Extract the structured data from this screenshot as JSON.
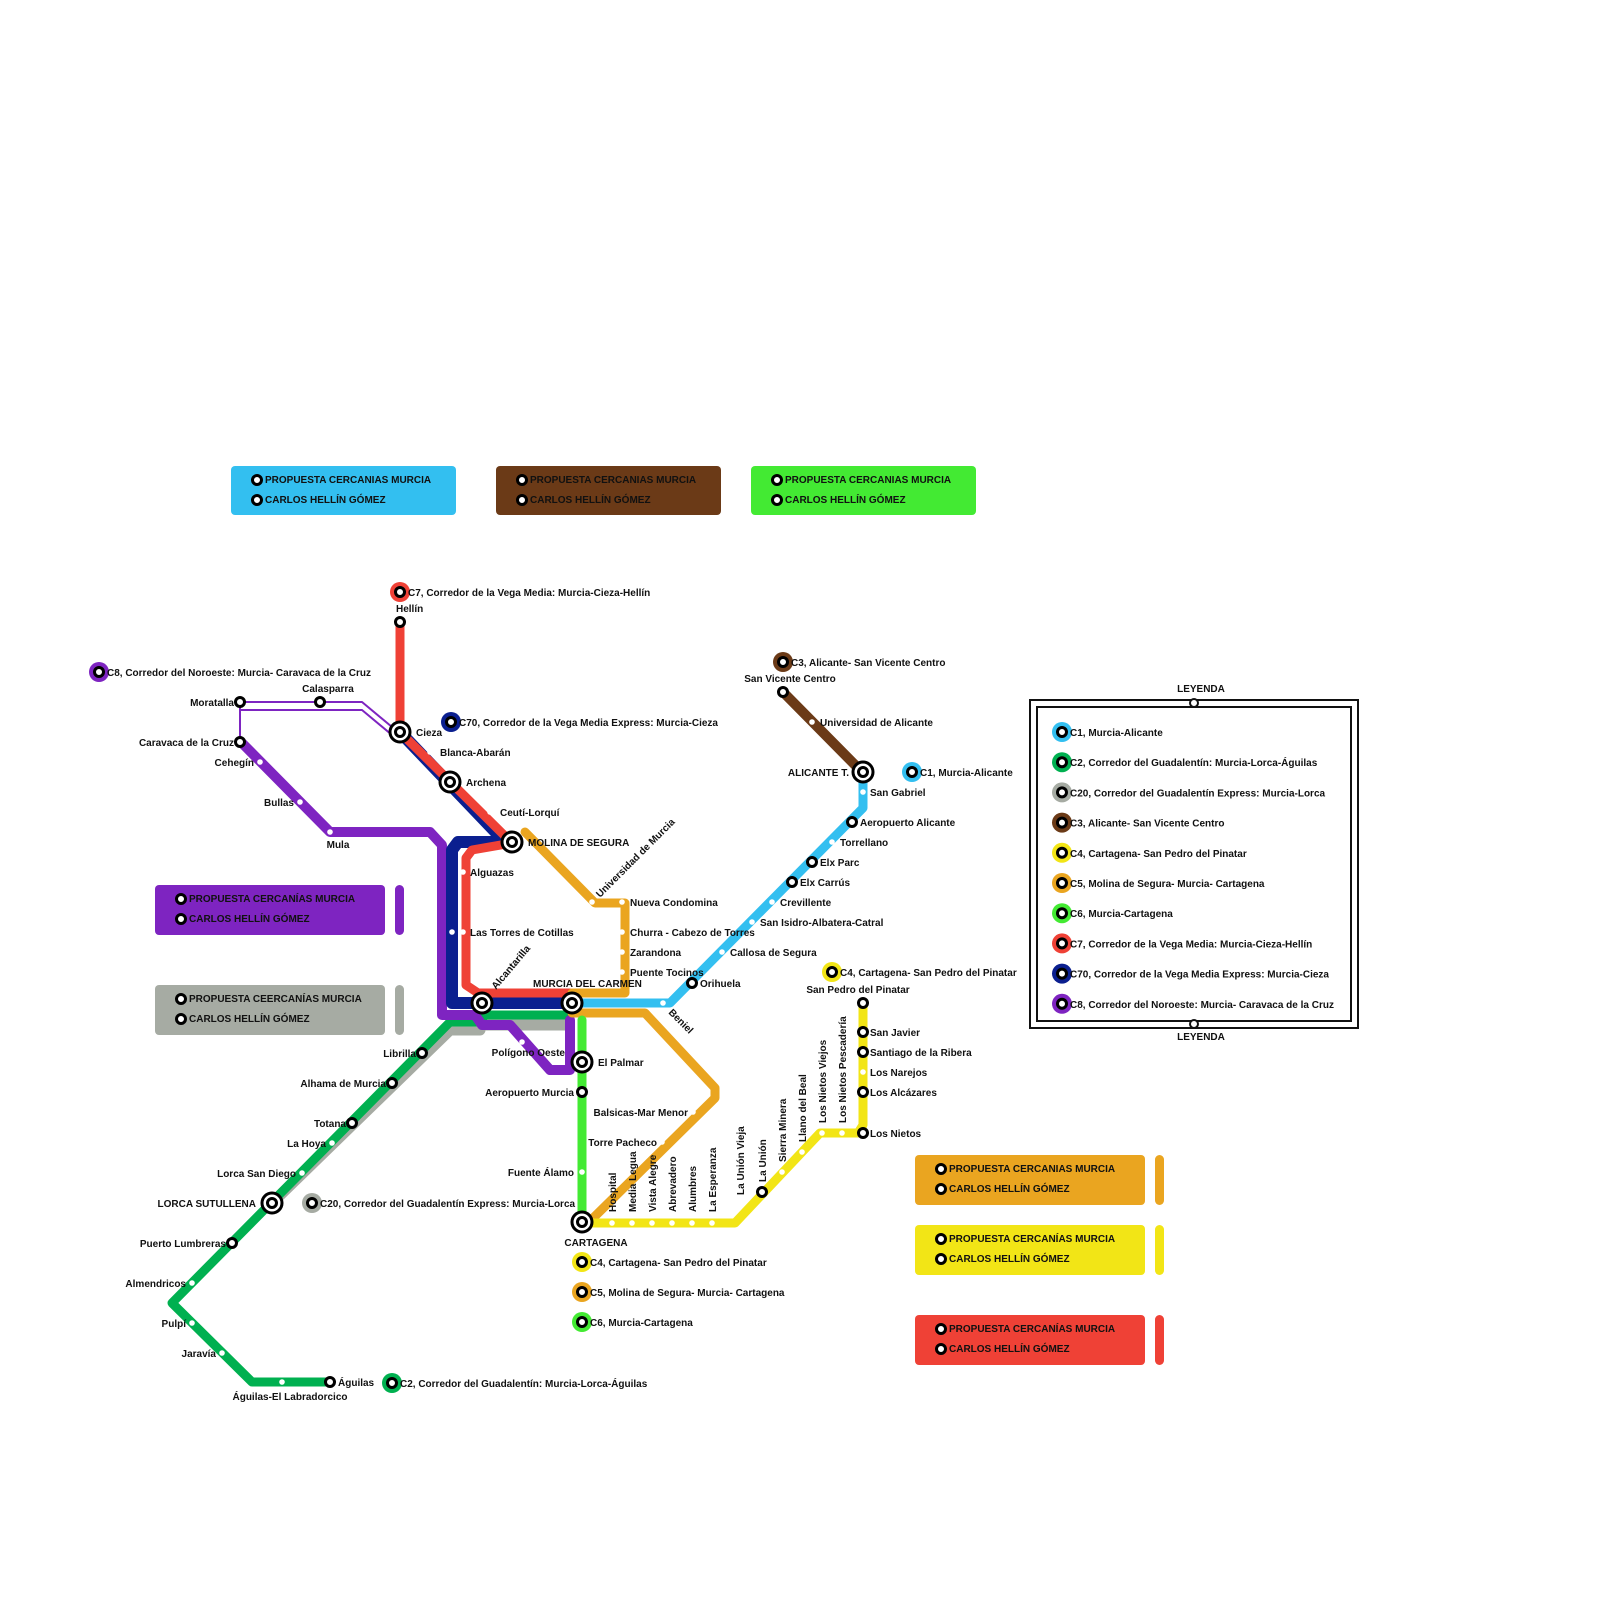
{
  "colors": {
    "C1": "#33BFF0",
    "C2": "#00B050",
    "C20": "#A6ABA3",
    "C3": "#6B3A17",
    "C4": "#F2E516",
    "C5": "#EAA520",
    "C6": "#43EA33",
    "C7": "#EF4136",
    "C70": "#0B1F8F",
    "C8": "#7E24C1"
  },
  "cards": [
    {
      "id": "c1",
      "color_key": "C1",
      "line1": "PROPUESTA CERCANIAS MURCIA",
      "line2": "CARLOS HELLÍN GÓMEZ"
    },
    {
      "id": "c3",
      "color_key": "C3",
      "line1": "PROPUESTA CERCANIAS MURCIA",
      "line2": "CARLOS HELLÍN GÓMEZ"
    },
    {
      "id": "c6",
      "color_key": "C6",
      "line1": "PROPUESTA CERCANIAS MURCIA",
      "line2": "CARLOS HELLÍN GÓMEZ"
    },
    {
      "id": "c8",
      "color_key": "C8",
      "line1": "PROPUESTA CERCANÍAS MURCIA",
      "line2": "CARLOS HELLÍN GÓMEZ"
    },
    {
      "id": "c20",
      "color_key": "C20",
      "line1": "PROPUESTA CEERCANÍAS MURCIA",
      "line2": "CARLOS HELLÍN GÓMEZ"
    },
    {
      "id": "c5",
      "color_key": "C5",
      "line1": "PROPUESTA CERCANIAS MURCIA",
      "line2": "CARLOS HELLÍN GÓMEZ"
    },
    {
      "id": "c4",
      "color_key": "C4",
      "line1": "PROPUESTA CERCANÍAS MURCIA",
      "line2": "CARLOS HELLÍN GÓMEZ"
    },
    {
      "id": "c7",
      "color_key": "C7",
      "line1": "PROPUESTA CERCANÍAS MURCIA",
      "line2": "CARLOS HELLÍN GÓMEZ"
    }
  ],
  "line_titles": {
    "C1": "C1, Murcia-Alicante",
    "C2": "C2, Corredor del Guadalentín: Murcia-Lorca-Águilas",
    "C20": "C20, Corredor del Guadalentín Express: Murcia-Lorca",
    "C3": "C3, Alicante- San Vicente Centro",
    "C4": "C4, Cartagena- San Pedro del Pinatar",
    "C5": "C5, Molina de Segura- Murcia- Cartagena",
    "C6": "C6, Murcia-Cartagena",
    "C7": "C7, Corredor de la Vega Media: Murcia-Cieza-Hellín",
    "C70": "C70, Corredor de la Vega Media Express: Murcia-Cieza",
    "C8": "C8, Corredor del Noroeste: Murcia- Caravaca de la Cruz"
  },
  "legend": {
    "title_top": "LEYENDA",
    "title_bottom": "LEYENDA",
    "items": [
      {
        "key": "C1",
        "label": "C1, Murcia-Alicante"
      },
      {
        "key": "C2",
        "label": "C2, Corredor del Guadalentín: Murcia-Lorca-Águilas"
      },
      {
        "key": "C20",
        "label": "C20, Corredor del Guadalentín Express: Murcia-Lorca"
      },
      {
        "key": "C3",
        "label": "C3, Alicante- San Vicente Centro"
      },
      {
        "key": "C4",
        "label": "C4, Cartagena- San Pedro del Pinatar"
      },
      {
        "key": "C5",
        "label": "C5, Molina de Segura- Murcia- Cartagena"
      },
      {
        "key": "C6",
        "label": "C6, Murcia-Cartagena"
      },
      {
        "key": "C7",
        "label": "C7, Corredor de la Vega Media: Murcia-Cieza-Hellín"
      },
      {
        "key": "C70",
        "label": "C70, Corredor de la Vega Media Express: Murcia-Cieza"
      },
      {
        "key": "C8",
        "label": "C8, Corredor del Noroeste: Murcia- Caravaca de la Cruz"
      }
    ]
  },
  "stations": {
    "hellin": "Hellín",
    "cieza": "Cieza",
    "blanca": "Blanca-Abarán",
    "archena": "Archena",
    "ceuti": "Ceutí-Lorquí",
    "molina": "MOLINA DE SEGURA",
    "alguazas": "Alguazas",
    "torres": "Las Torres de Cotillas",
    "alcantarilla": "Alcantarilla",
    "murcia": "MURCIA DEL CARMEN",
    "moratalla": "Moratalla",
    "calasparra": "Calasparra",
    "caravaca": "Caravaca de la Cruz",
    "cehegin": "Cehegín",
    "bullas": "Bullas",
    "mula": "Mula",
    "univ_murcia": "Universidad de Murcia",
    "nueva_condomina": "Nueva Condomina",
    "churra": "Churra - Cabezo de Torres",
    "zarandona": "Zarandona",
    "puente_tocinos": "Puente Tocinos",
    "beniel": "Beniel",
    "orihuela": "Orihuela",
    "callosa": "Callosa de Segura",
    "san_isidro": "San Isidro-Albatera-Catral",
    "crevillente": "Crevillente",
    "elx_carrus": "Elx Carrús",
    "elx_parc": "Elx Parc",
    "torrellano": "Torrellano",
    "aeropuerto_alicante": "Aeropuerto Alicante",
    "san_gabriel": "San Gabriel",
    "alicante": "ALICANTE T.",
    "univ_alicante": "Universidad de Alicante",
    "san_vicente": "San Vicente Centro",
    "poligono": "Polígono Oeste",
    "el_palmar": "El Palmar",
    "aeropuerto_murcia": "Aeropuerto Murcia",
    "balsicas": "Balsicas-Mar Menor",
    "torre_pacheco": "Torre Pacheco",
    "fuente_alamo": "Fuente Álamo",
    "cartagena": "CARTAGENA",
    "hospital": "Hospital",
    "media_legua": "Media Legua",
    "vista_alegre": "Vista Alegre",
    "abrevadero": "Abrevadero",
    "alumbres": "Alumbres",
    "la_esperanza": "La Esperanza",
    "la_union_vieja": "La Unión Vieja",
    "la_union": "La Unión",
    "sierra_minera": "Sierra Minera",
    "llano_beal": "Llano del Beal",
    "nietos_viejos": "Los Nietos Viejos",
    "nietos_pescaderia": "Los Nietos Pescadería",
    "los_nietos": "Los Nietos",
    "los_alcazares": "Los Alcázares",
    "los_narejos": "Los Narejos",
    "santiago_ribera": "Santiago de la Ribera",
    "san_javier": "San Javier",
    "san_pedro": "San Pedro del Pinatar",
    "librilla": "Librilla",
    "alhama": "Alhama de Murcia",
    "totana": "Totana",
    "la_hoya": "La Hoya",
    "lorca_san_diego": "Lorca San Diego",
    "lorca_sutullena": "LORCA SUTULLENA",
    "puerto_lumbreras": "Puerto Lumbreras",
    "almendricos": "Almendricos",
    "pulpi": "Pulpí",
    "jaravia": "Jaravía",
    "aguilas_labradorcico": "Águilas-El Labradorcico",
    "aguilas": "Águilas"
  }
}
